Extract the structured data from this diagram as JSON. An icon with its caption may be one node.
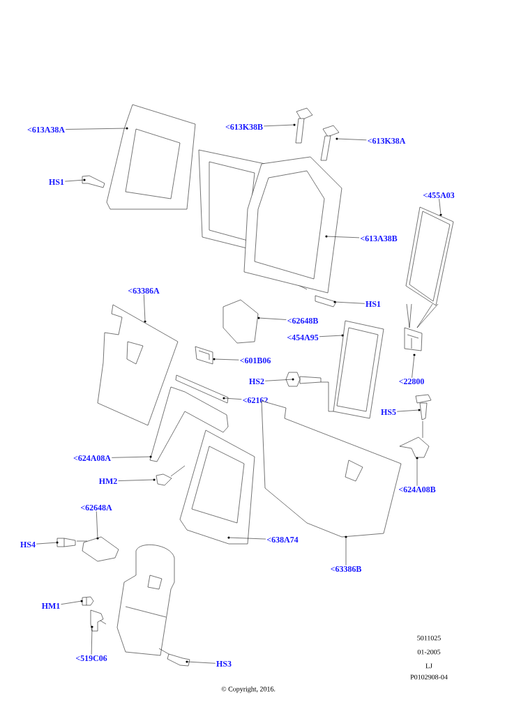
{
  "diagram": {
    "nodes": [
      {
        "text": [
          "<613A38A"
        ]
      },
      {
        "text": [],
        "shape": "picture"
      },
      {
        "text": [
          "HS1"
        ]
      },
      {
        "text": [],
        "shape": "picture"
      },
      {
        "text": [
          "<613K38B"
        ]
      },
      {
        "text": [],
        "shape": "picture"
      },
      {
        "text": [
          "<613K38A"
        ]
      },
      {
        "text": [],
        "shape": "picture"
      },
      {
        "text": [
          "<613A38B"
        ]
      },
      {
        "text": [],
        "shape": "picture"
      },
      {
        "text": [
          "<455A03"
        ]
      },
      {
        "text": [],
        "shape": "picture"
      },
      {
        "text": [
          "HS1"
        ]
      },
      {
        "text": [],
        "shape": "picture"
      },
      {
        "text": [
          "<63386A"
        ]
      },
      {
        "text": [],
        "shape": "picture"
      },
      {
        "text": [
          "<62648B"
        ]
      },
      {
        "text": [],
        "shape": "picture"
      },
      {
        "text": [
          "<454A95"
        ]
      },
      {
        "text": [],
        "shape": "picture"
      },
      {
        "text": [
          "<601B06"
        ]
      },
      {
        "text": [],
        "shape": "picture"
      },
      {
        "text": [
          "<22800"
        ]
      },
      {
        "text": [],
        "shape": "picture"
      },
      {
        "text": [
          "HS2"
        ]
      },
      {
        "text": [],
        "shape": "picture"
      },
      {
        "text": [
          "<62162"
        ]
      },
      {
        "text": [],
        "shape": "picture"
      },
      {
        "text": [
          "HS5"
        ]
      },
      {
        "text": [],
        "shape": "picture"
      },
      {
        "text": [
          "<624A08A"
        ]
      },
      {
        "text": [],
        "shape": "picture"
      },
      {
        "text": [
          "HM2"
        ]
      },
      {
        "text": [],
        "shape": "picture"
      },
      {
        "text": [
          "<624A08B"
        ]
      },
      {
        "text": [],
        "shape": "picture"
      },
      {
        "text": [
          "<62648A"
        ]
      },
      {
        "text": [],
        "shape": "picture"
      },
      {
        "text": [
          "HS4"
        ]
      },
      {
        "text": [],
        "shape": "picture"
      },
      {
        "text": [
          "<638A74"
        ]
      },
      {
        "text": [],
        "shape": "picture"
      },
      {
        "text": [
          "<63386B"
        ]
      },
      {
        "text": [],
        "shape": "picture"
      },
      {
        "text": [
          "HM1"
        ]
      },
      {
        "text": [],
        "shape": "picture"
      },
      {
        "text": [
          "<519C06"
        ]
      },
      {
        "text": [],
        "shape": "picture"
      },
      {
        "text": [
          "HS3"
        ]
      },
      {
        "text": [],
        "shape": "picture"
      }
    ],
    "edges": [
      {
        "from": 0,
        "to": 1,
        "arrow": "none"
      },
      {
        "from": 2,
        "to": 3,
        "arrow": "none"
      },
      {
        "from": 4,
        "to": 5,
        "arrow": "none"
      },
      {
        "from": 6,
        "to": 7,
        "arrow": "none"
      },
      {
        "from": 8,
        "to": 9,
        "arrow": "none"
      },
      {
        "from": 10,
        "to": 11,
        "arrow": "none"
      },
      {
        "from": 12,
        "to": 13,
        "arrow": "none"
      },
      {
        "from": 14,
        "to": 15,
        "arrow": "none"
      },
      {
        "from": 16,
        "to": 17,
        "arrow": "none"
      },
      {
        "from": 18,
        "to": 19,
        "arrow": "none"
      },
      {
        "from": 20,
        "to": 21,
        "arrow": "none"
      },
      {
        "from": 22,
        "to": 23,
        "arrow": "none"
      },
      {
        "from": 24,
        "to": 25,
        "arrow": "none"
      },
      {
        "from": 26,
        "to": 27,
        "arrow": "none"
      },
      {
        "from": 28,
        "to": 29,
        "arrow": "none"
      },
      {
        "from": 30,
        "to": 31,
        "arrow": "none"
      },
      {
        "from": 32,
        "to": 33,
        "arrow": "none"
      },
      {
        "from": 34,
        "to": 35,
        "arrow": "none"
      },
      {
        "from": 36,
        "to": 37,
        "arrow": "none"
      },
      {
        "from": 38,
        "to": 39,
        "arrow": "none"
      },
      {
        "from": 40,
        "to": 41,
        "arrow": "none"
      },
      {
        "from": 42,
        "to": 43,
        "arrow": "none"
      },
      {
        "from": 44,
        "to": 45,
        "arrow": "none"
      },
      {
        "from": 46,
        "to": 47,
        "arrow": "none"
      },
      {
        "from": 48,
        "to": 49,
        "arrow": "none"
      },
      {
        "from": 11,
        "to": 23,
        "arrow": "none"
      },
      {
        "from": 25,
        "to": 19,
        "arrow": "none"
      },
      {
        "from": 29,
        "to": 35,
        "arrow": "none"
      },
      {
        "from": 39,
        "to": 37,
        "arrow": "none"
      }
    ],
    "labels": [
      "5011025",
      "01-2005",
      "LJ",
      "P0102908-04",
      "© Copyright, 2016."
    ]
  }
}
